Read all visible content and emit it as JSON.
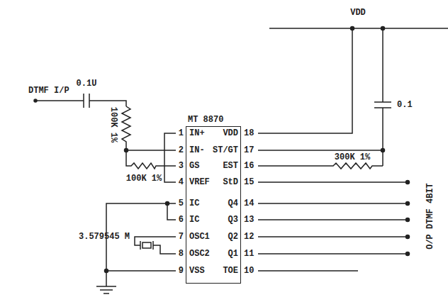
{
  "diagram": {
    "nodes": [
      {
        "text": [
          "MT 8870"
        ]
      }
    ],
    "labels": [
      "0.1U",
      "DTMF I/P",
      "100K 1%",
      "100K 1%",
      "3.579545 M",
      "VDD",
      "0.1",
      "300K 1%",
      "O/P DTMF 4BIT",
      "1",
      "IN+",
      "2",
      "IN-",
      "3",
      "GS",
      "4",
      "VREF",
      "5",
      "IC",
      "6",
      "IC",
      "7",
      "OSC1",
      "8",
      "OSC2",
      "9",
      "VSS",
      "VDD",
      "18",
      "ST/GT",
      "17",
      "EST",
      "16",
      "StD",
      "15",
      "Q4",
      "14",
      "Q3",
      "13",
      "Q2",
      "12",
      "Q1",
      "11",
      "TOE",
      "10"
    ]
  }
}
